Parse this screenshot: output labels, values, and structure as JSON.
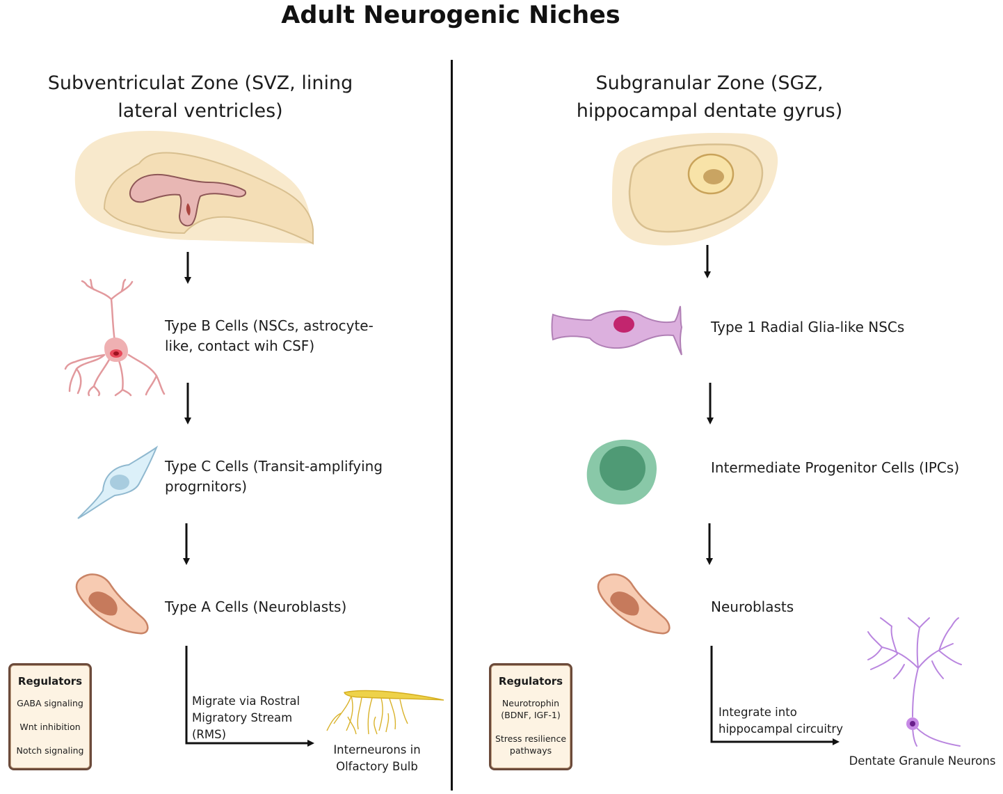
{
  "title": "Adult Neurogenic Niches",
  "svz": {
    "heading": "Subventriculat Zone (SVZ, lining lateral ventricles)",
    "stages": [
      "Type B Cells (NSCs, astrocyte-like, contact wih CSF)",
      "Type C Cells (Transit-amplifying progrnitors)",
      "Type A Cells (Neuroblasts)"
    ],
    "migration_label": "Migrate via Rostral Migratory Stream (RMS)",
    "outcome": "Interneurons in Olfactory Bulb",
    "regulators": {
      "title": "Regulators",
      "items": [
        "GABA signaling",
        "Wnt inhibition",
        "Notch signaling"
      ]
    }
  },
  "sgz": {
    "heading": "Subgranular Zone (SGZ, hippocampal dentate gyrus)",
    "stages": [
      "Type 1 Radial Glia-like NSCs",
      "Intermediate Progenitor Cells (IPCs)",
      "Neuroblasts"
    ],
    "integration_label": "Integrate into hippocampal circuitry",
    "outcome": "Dentate Granule Neurons",
    "regulators": {
      "title": "Regulators",
      "items": [
        "Neurotrophin (BDNF, IGF-1)",
        "Stress resilience pathways"
      ]
    }
  },
  "colors": {
    "brain_tissue": "#f7e6c4",
    "ventricle": "#e9b6b3",
    "type_b_cell": "#e9a3a6",
    "type_c_cell": "#d8eef8",
    "neuroblast": "#f6c8ae",
    "radial_glia": "#d7a6d9",
    "ipc": "#7fc3a0",
    "granule_neuron": "#b07bd6",
    "olfactory_bulb": "#e5c22a",
    "regulator_border": "#6b4a3a",
    "regulator_fill": "#fdf3e3"
  }
}
